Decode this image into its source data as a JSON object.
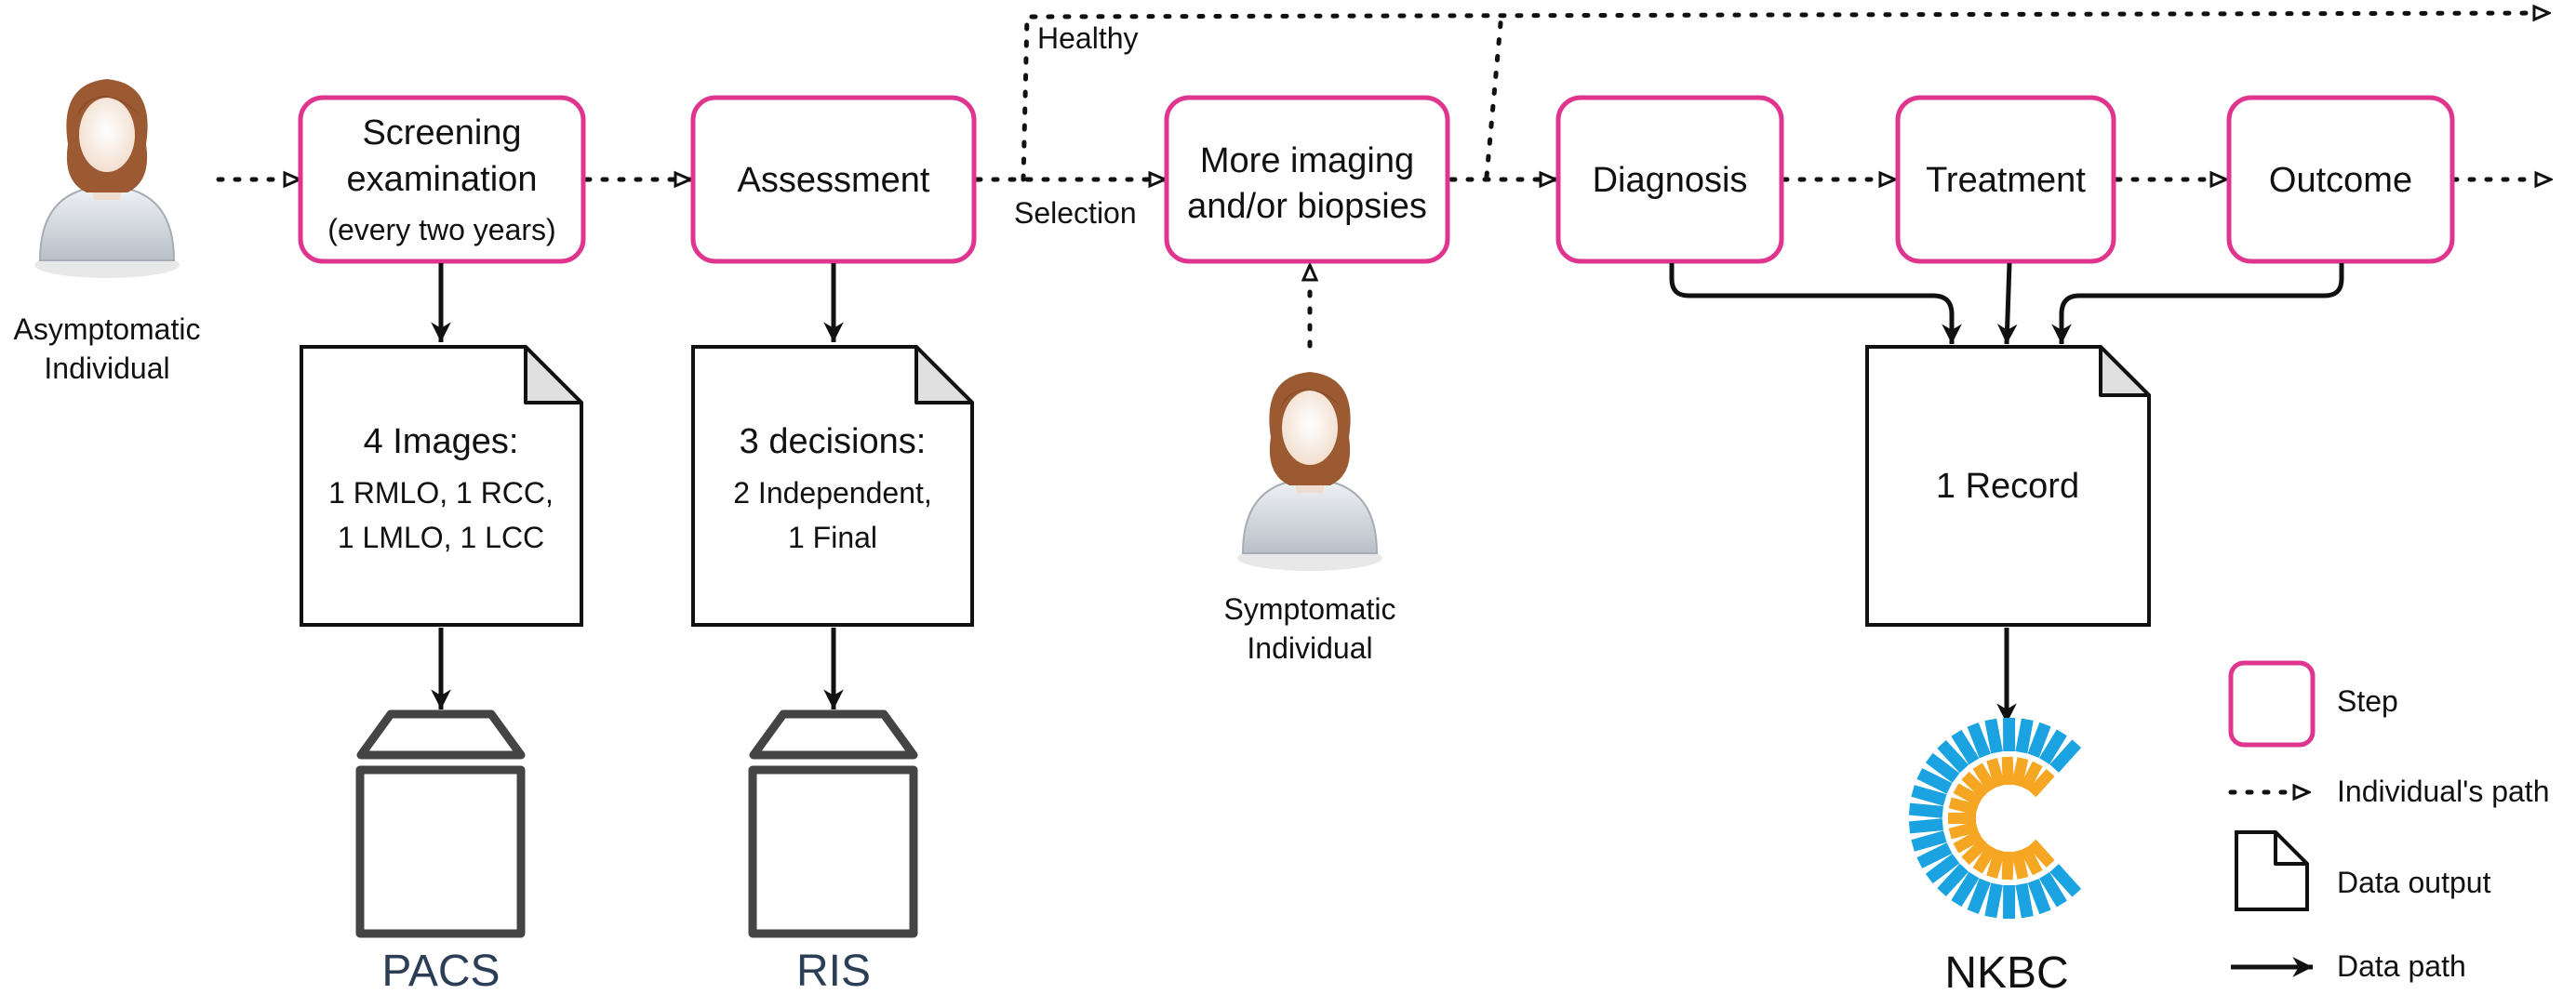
{
  "people": {
    "asymptomatic": "Asymptomatic Individual",
    "asymptomatic_line1": "Asymptomatic",
    "asymptomatic_line2": "Individual",
    "symptomatic_line1": "Symptomatic",
    "symptomatic_line2": "Individual"
  },
  "steps": {
    "screening_line1": "Screening",
    "screening_line2": "examination",
    "screening_line3": "(every two years)",
    "assessment": "Assessment",
    "more_imaging_line1": "More imaging",
    "more_imaging_line2": "and/or biopsies",
    "diagnosis": "Diagnosis",
    "treatment": "Treatment",
    "outcome": "Outcome"
  },
  "path_labels": {
    "healthy": "Healthy",
    "selection": "Selection"
  },
  "outputs": {
    "images_title": "4 Images:",
    "images_line1": "1 RMLO, 1 RCC,",
    "images_line2": "1 LMLO, 1 LCC",
    "decisions_title": "3 decisions:",
    "decisions_line1": "2 Independent,",
    "decisions_line2": "1 Final",
    "record": "1 Record"
  },
  "stores": {
    "pacs": "PACS",
    "ris": "RIS",
    "nkbc": "NKBC"
  },
  "legend": {
    "step": "Step",
    "individuals_path": "Individual's path",
    "data_output": "Data output",
    "data_path": "Data path"
  },
  "colors": {
    "step_border": "#e0358f",
    "logo_blue": "#1aa3e0",
    "logo_orange": "#f5a623",
    "store_text": "#2c3e55"
  }
}
